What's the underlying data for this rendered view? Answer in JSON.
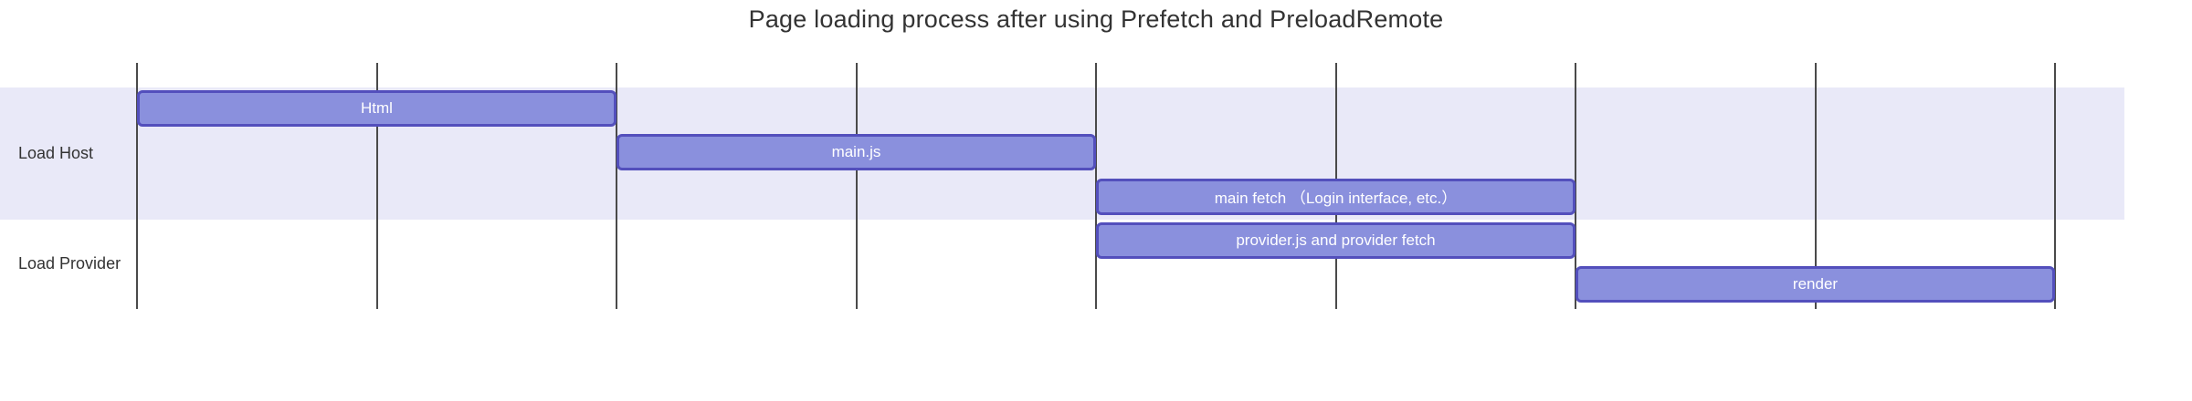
{
  "chart_data": {
    "type": "gantt",
    "title": "Page loading process after using Prefetch and PreloadRemote",
    "axis": {
      "unit_min": 0,
      "unit_max": 8,
      "gridline_count": 9,
      "tick_labels_visible": false,
      "grid": "vertical-lines"
    },
    "legend": {
      "visible": false
    },
    "sections": [
      {
        "name": "Load Host",
        "tasks": [
          {
            "label": "Html",
            "start": 0,
            "end": 2
          },
          {
            "label": "main.js",
            "start": 2,
            "end": 4
          },
          {
            "label": "main fetch （Login interface, etc.）",
            "start": 4,
            "end": 6
          }
        ]
      },
      {
        "name": "Load Provider",
        "tasks": [
          {
            "label": "provider.js and provider fetch",
            "start": 4,
            "end": 6
          },
          {
            "label": "render",
            "start": 6,
            "end": 8
          }
        ]
      }
    ]
  },
  "colors": {
    "task_fill": "#8a90dd",
    "task_border": "#534fbc",
    "task_text": "#ffffff",
    "section_band": "#e9e9f8",
    "section_band_alt": "#ffffff",
    "grid_line": "#4a4a4a",
    "title_text": "#333333",
    "section_label_text": "#333333"
  }
}
